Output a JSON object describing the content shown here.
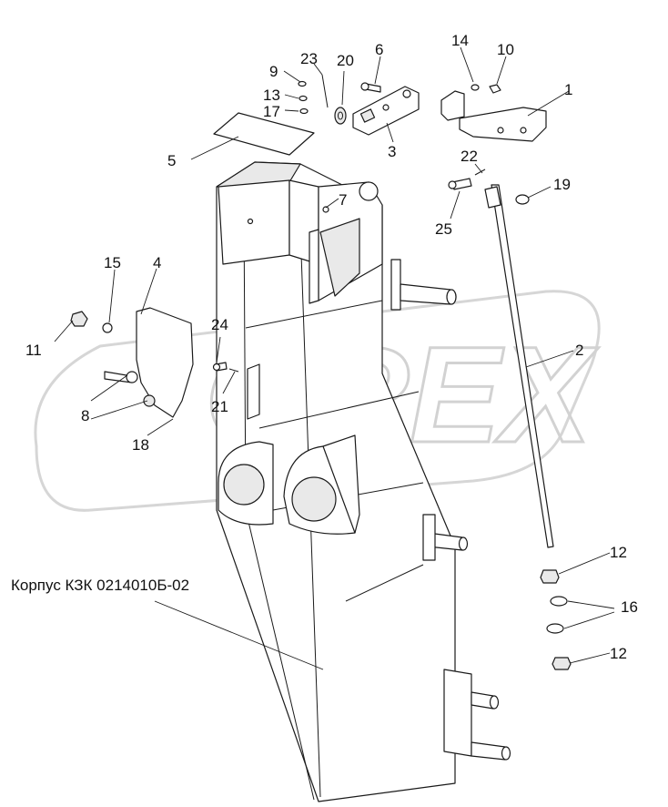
{
  "watermark": {
    "text": "OREX"
  },
  "body_label": "Корпус КЗК 0214010Б-02",
  "callouts": [
    {
      "id": "c1",
      "text": "1"
    },
    {
      "id": "c2",
      "text": "2"
    },
    {
      "id": "c3",
      "text": "3"
    },
    {
      "id": "c4",
      "text": "4"
    },
    {
      "id": "c5",
      "text": "5"
    },
    {
      "id": "c6",
      "text": "6"
    },
    {
      "id": "c7",
      "text": "7"
    },
    {
      "id": "c8",
      "text": "8"
    },
    {
      "id": "c9",
      "text": "9"
    },
    {
      "id": "c10",
      "text": "10"
    },
    {
      "id": "c11",
      "text": "11"
    },
    {
      "id": "c12a",
      "text": "12"
    },
    {
      "id": "c12b",
      "text": "12"
    },
    {
      "id": "c13",
      "text": "13"
    },
    {
      "id": "c14",
      "text": "14"
    },
    {
      "id": "c15",
      "text": "15"
    },
    {
      "id": "c16",
      "text": "16"
    },
    {
      "id": "c17",
      "text": "17"
    },
    {
      "id": "c18",
      "text": "18"
    },
    {
      "id": "c19",
      "text": "19"
    },
    {
      "id": "c20",
      "text": "20"
    },
    {
      "id": "c21",
      "text": "21"
    },
    {
      "id": "c22",
      "text": "22"
    },
    {
      "id": "c23",
      "text": "23"
    },
    {
      "id": "c24",
      "text": "24"
    },
    {
      "id": "c25",
      "text": "25"
    }
  ]
}
